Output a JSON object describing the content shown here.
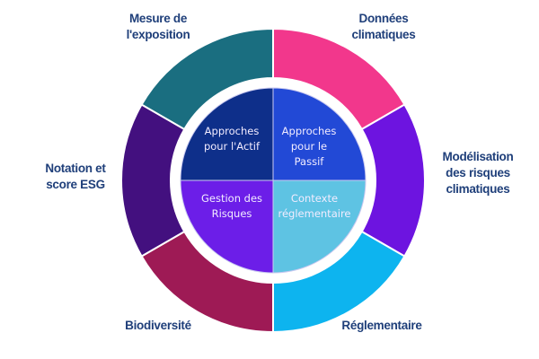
{
  "diagram": {
    "type": "circular-segmented-diagram",
    "outer_ring": [
      {
        "label": "Données\nclimatiques",
        "color": "#f2378c"
      },
      {
        "label": "Modélisation\ndes risques\nclimatiques",
        "color": "#6d14e0"
      },
      {
        "label": "Réglementaire",
        "color": "#0db4ef"
      },
      {
        "label": "Biodiversité",
        "color": "#9e1a55"
      },
      {
        "label": "Notation et\nscore  ESG",
        "color": "#43107f"
      },
      {
        "label": "Mesure de\nl'exposition",
        "color": "#1a6e80"
      }
    ],
    "inner_quadrants": [
      {
        "label": "Approches\npour le\nPassif",
        "color": "#2249d6"
      },
      {
        "label": "Contexte\nréglementaire",
        "color": "#5ec3e3"
      },
      {
        "label": "Gestion des\nRisques",
        "color": "#6c1ee8"
      },
      {
        "label": "Approches\npour l'Actif",
        "color": "#0e2f8a"
      }
    ],
    "label_color": "#1f3f7a",
    "separator_color": "#ffffff"
  }
}
